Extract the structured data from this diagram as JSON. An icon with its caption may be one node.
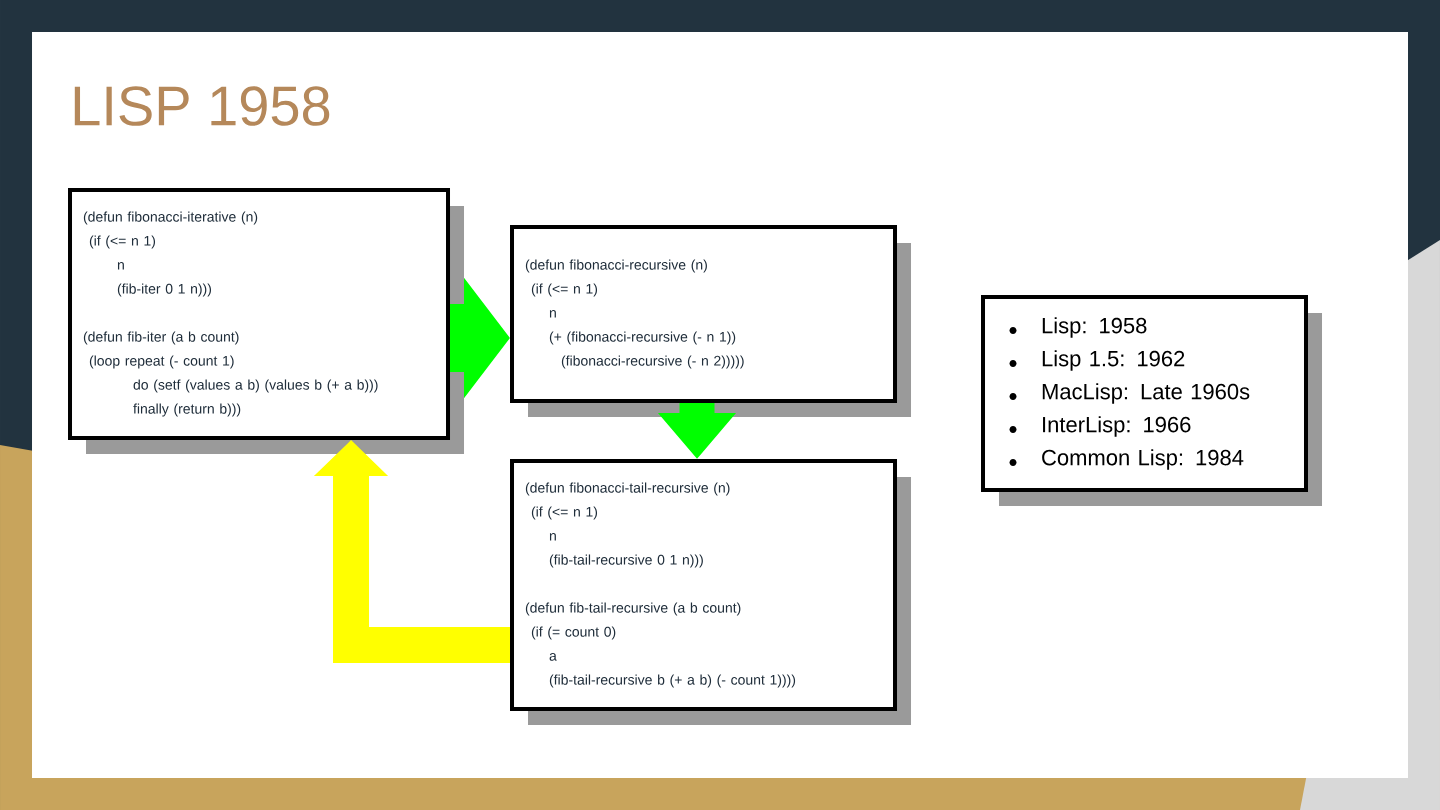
{
  "diagram": {
    "title": "LISP 1958",
    "nodes": [
      {
        "text": [
          "(defun fibonacci-iterative (n)",
          "(if (<= n 1)",
          "n",
          "(fib-iter 0 1 n)))",
          "(defun fib-iter (a b count)",
          "(loop repeat (- count 1)",
          "do (setf (values a b) (values b (+ a b)))",
          "finally (return b)))"
        ]
      },
      {
        "text": [
          "(defun fibonacci-recursive (n)",
          "(if (<= n 1)",
          "n",
          "(+ (fibonacci-recursive (- n 1))",
          "(fibonacci-recursive (- n 2)))))"
        ]
      },
      {
        "text": [
          "(defun fibonacci-tail-recursive (n)",
          "(if (<= n 1)",
          "n",
          "(fib-tail-recursive 0 1 n)))",
          "(defun fib-tail-recursive (a b count)",
          "(if (= count 0)",
          "a",
          "(fib-tail-recursive b (+ a b) (- count 1))))"
        ]
      },
      {
        "text": [
          "Lisp: 1958",
          "Lisp 1.5: 1962",
          "MacLisp: Late 1960s",
          "InterLisp: 1966",
          "Common Lisp: 1984"
        ]
      }
    ],
    "edges": [
      {
        "from": 0,
        "to": 1,
        "arrow": "to",
        "style": "thick",
        "color": "#00ff00"
      },
      {
        "from": 1,
        "to": 2,
        "arrow": "to",
        "color": "#00ff00"
      },
      {
        "from": 2,
        "to": 0,
        "arrow": "to",
        "color": "#ffff00"
      }
    ]
  }
}
